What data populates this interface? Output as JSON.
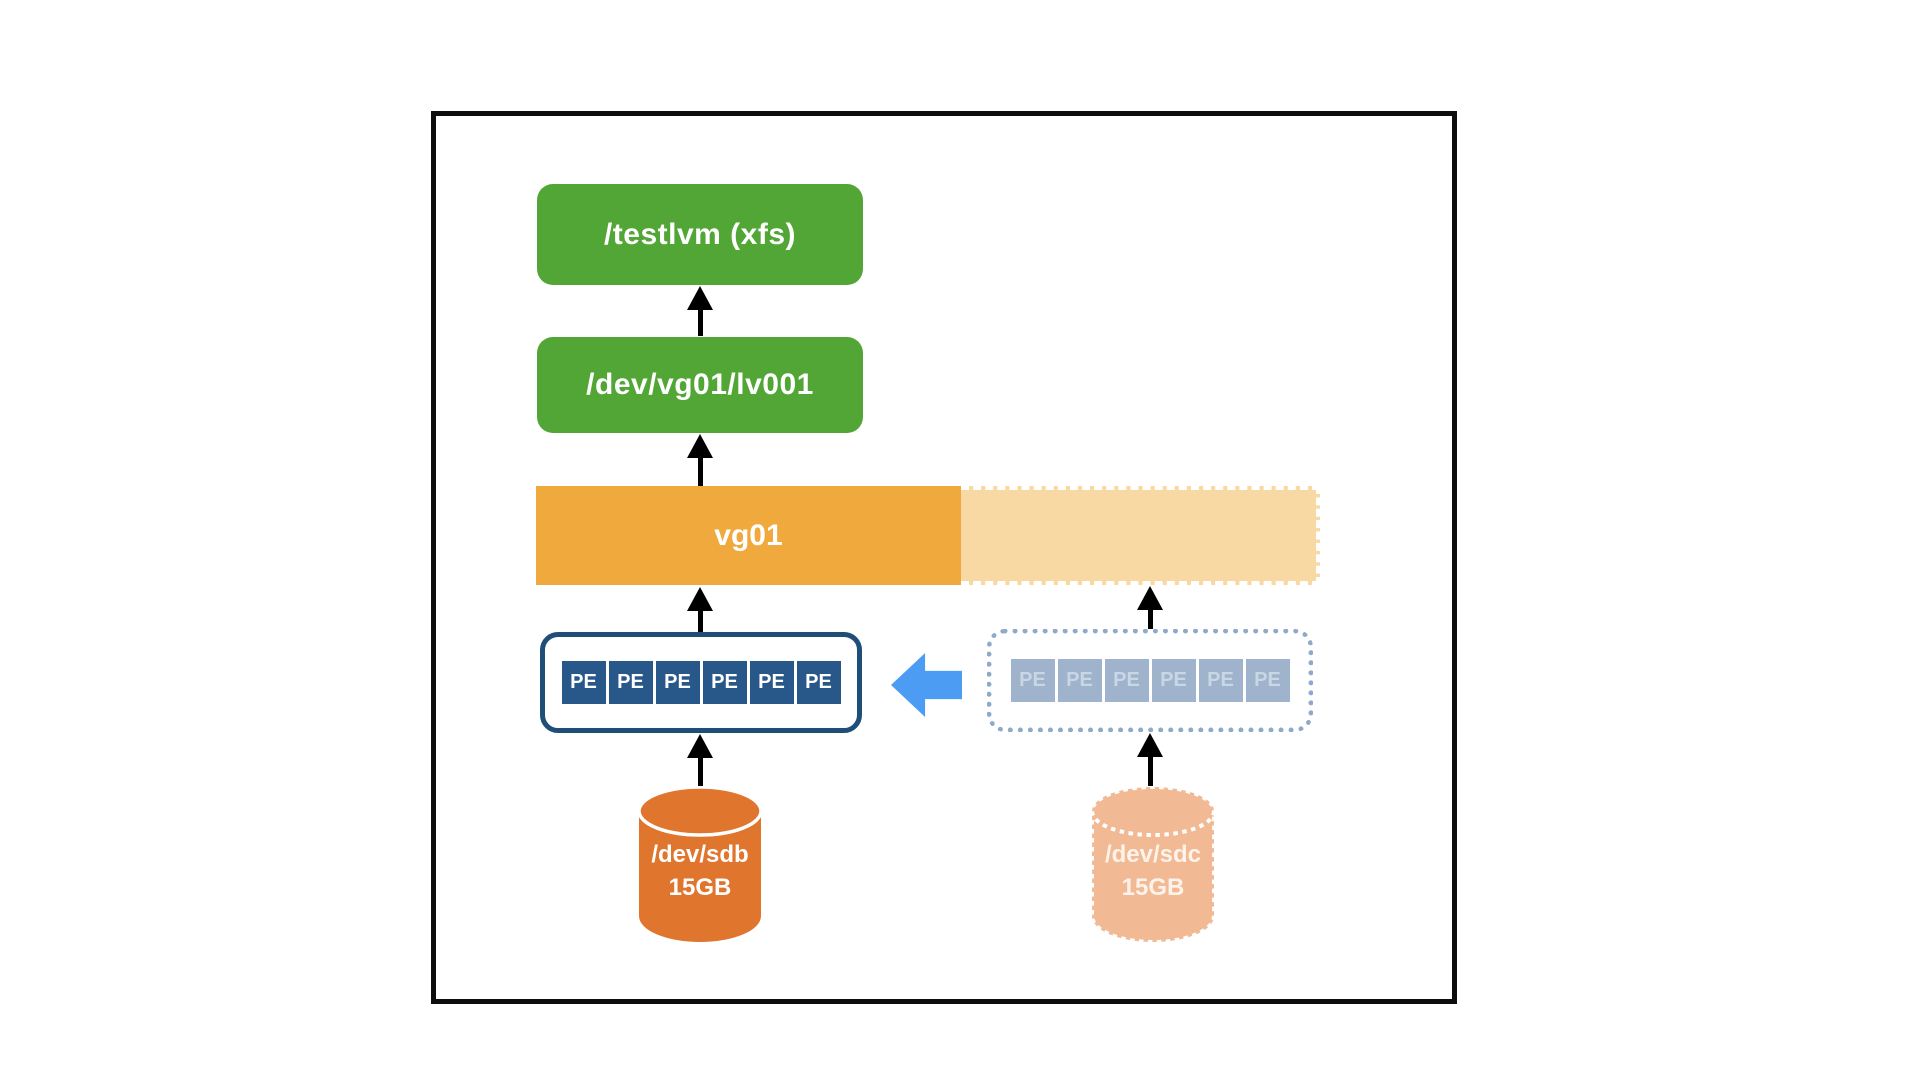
{
  "colors": {
    "frame_black": "#0e0e0e",
    "filesystem_green": "#52A636",
    "vg_orange": "#F0A93C",
    "vg_orange_light": "#F8D8A3",
    "pv_navy": "#1F4E79",
    "pe_cell_navy": "#28578A",
    "pe_dashed_border": "#8FA9C9",
    "pe_cell_gray": "#9FB4CC",
    "pe_cell_gray_text": "#C9D6E4",
    "disk_orange": "#E0752E",
    "disk_peach": "#F2BA94",
    "move_arrow_blue": "#4D9CF4",
    "connector_black": "#000000"
  },
  "nodes": {
    "filesystem": {
      "label": "/testlvm (xfs)"
    },
    "logical_volume": {
      "label": "/dev/vg01/lv001"
    },
    "volume_group": {
      "label": "vg01"
    },
    "pv_existing": {
      "cells": [
        "PE",
        "PE",
        "PE",
        "PE",
        "PE",
        "PE"
      ]
    },
    "pv_new": {
      "cells": [
        "PE",
        "PE",
        "PE",
        "PE",
        "PE",
        "PE"
      ]
    },
    "disk_sdb": {
      "name": "/dev/sdb",
      "size": "15GB"
    },
    "disk_sdc": {
      "name": "/dev/sdc",
      "size": "15GB"
    }
  }
}
